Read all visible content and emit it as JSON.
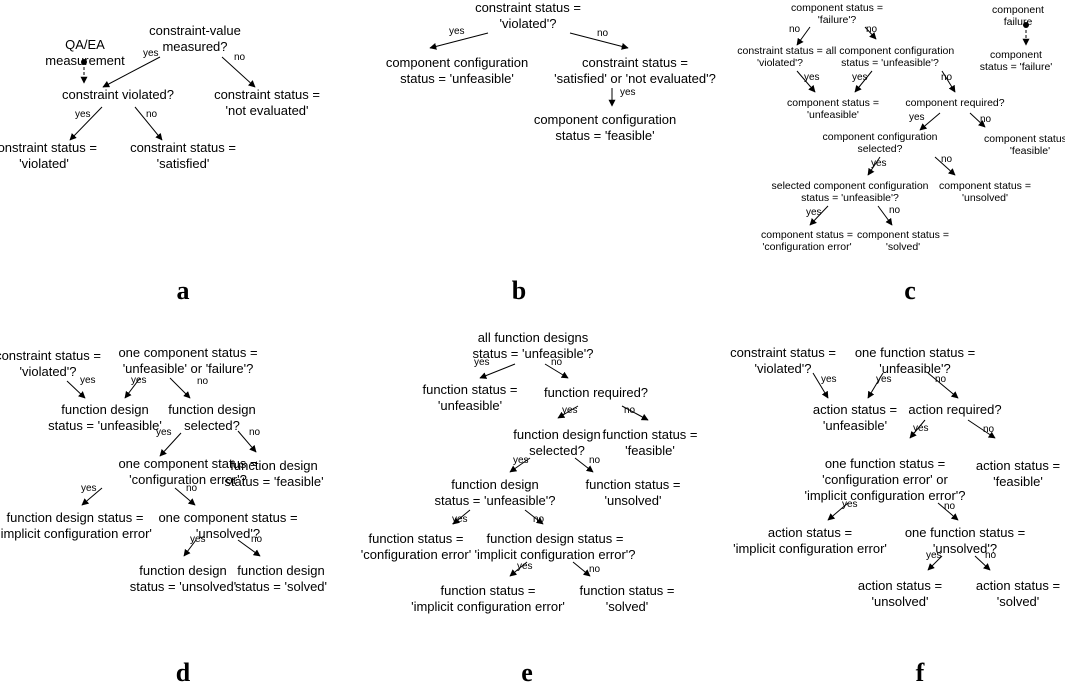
{
  "panels": {
    "a": {
      "letter": "a",
      "nodes": [
        "QA/EA\nmeasurement",
        "constraint-value\nmeasured?",
        "constraint violated?",
        "constraint status =\n'not evaluated'",
        "constraint status =\n'violated'",
        "constraint status =\n'satisfied'"
      ],
      "labels": [
        "yes",
        "no",
        "yes",
        "no"
      ]
    },
    "b": {
      "letter": "b",
      "nodes": [
        "constraint status =\n'violated'?",
        "component configuration\nstatus = 'unfeasible'",
        "constraint status =\n'satisfied' or 'not evaluated'?",
        "component configuration\nstatus = 'feasible'"
      ],
      "labels": [
        "yes",
        "no",
        "yes"
      ]
    },
    "c": {
      "letter": "c",
      "nodes": [
        "component status =\n'failure'?",
        "component\nfailure",
        "constraint status =\n'violated'?",
        "all component configuration\nstatus = 'unfeasible'?",
        "component\nstatus = 'failure'",
        "component status =\n'unfeasible'",
        "component required?",
        "component configuration\nselected?",
        "component status =\n'feasible'",
        "selected component configuration\nstatus = 'unfeasible'?",
        "component status =\n'unsolved'",
        "component status =\n'configuration error'",
        "component status =\n'solved'"
      ],
      "labels": [
        "no",
        "no",
        "yes",
        "yes",
        "no",
        "yes",
        "no",
        "yes",
        "no",
        "yes",
        "no"
      ]
    },
    "d": {
      "letter": "d",
      "nodes": [
        "constraint status =\n'violated'?",
        "one component status =\n'unfeasible' or 'failure'?",
        "function design\nstatus = 'unfeasible'",
        "function design\nselected?",
        "one component status =\n'configuration error'?",
        "function design\nstatus = 'feasible'",
        "function design status =\n'implicit configuration error'",
        "one component status =\n'unsolved'?",
        "function design\nstatus = 'unsolved'",
        "function design\nstatus = 'solved'"
      ],
      "labels": [
        "yes",
        "yes",
        "no",
        "yes",
        "no",
        "yes",
        "no",
        "yes",
        "no"
      ]
    },
    "e": {
      "letter": "e",
      "nodes": [
        "all function designs\nstatus = 'unfeasible'?",
        "function status =\n'unfeasible'",
        "function required?",
        "function design\nselected?",
        "function status =\n'feasible'",
        "function design\nstatus = 'unfeasible'?",
        "function status =\n'unsolved'",
        "function status =\n'configuration error'",
        "function design status =\n'implicit configuration error'?",
        "function status =\n'implicit configuration error'",
        "function status =\n'solved'"
      ],
      "labels": [
        "yes",
        "no",
        "yes",
        "no",
        "yes",
        "no",
        "yes",
        "no",
        "yes",
        "no"
      ]
    },
    "f": {
      "letter": "f",
      "nodes": [
        "constraint status =\n'violated'?",
        "one function status =\n'unfeasible'?",
        "action status =\n'unfeasible'",
        "action required?",
        "one function status =\n'configuration error' or\n'implicit configuration error'?",
        "action status =\n'feasible'",
        "action status =\n'implicit configuration error'",
        "one function status =\n'unsolved'?",
        "action status =\n'unsolved'",
        "action status =\n'solved'"
      ],
      "labels": [
        "yes",
        "yes",
        "no",
        "yes",
        "no",
        "yes",
        "no",
        "yes",
        "no"
      ]
    }
  }
}
